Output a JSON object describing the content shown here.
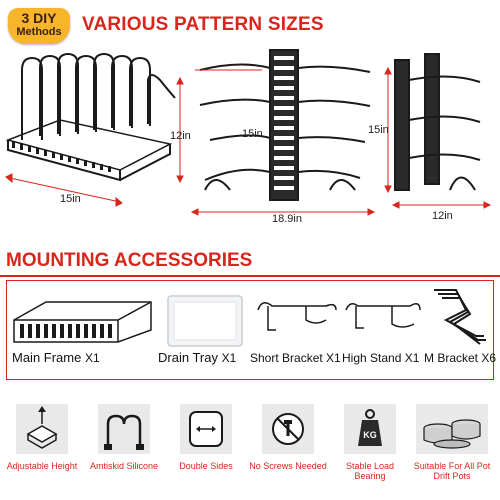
{
  "badge": {
    "line1": "3 DIY",
    "line2": "Methods"
  },
  "header": {
    "title": "VARIOUS PATTERN SIZES"
  },
  "dimensions": {
    "a_height": "12in",
    "a_width": "15in",
    "b_height": "15in",
    "b_width": "18.9in",
    "c_height": "15in",
    "c_width": "12in"
  },
  "accessories": {
    "title": "MOUNTING ACCESSORIES",
    "items": [
      {
        "name": "Main Frame",
        "qty": "X1"
      },
      {
        "name": "Drain Tray",
        "qty": "X1"
      },
      {
        "name": "Short Bracket",
        "qty": "X1"
      },
      {
        "name": "High Stand",
        "qty": "X1"
      },
      {
        "name": "M Bracket",
        "qty": "X6"
      }
    ]
  },
  "features": [
    {
      "label": "Adjustable Height",
      "icon": "adjust-height-icon"
    },
    {
      "label": "Amtiskid Silicone",
      "icon": "antiskid-icon"
    },
    {
      "label": "Double Sides",
      "icon": "double-sides-icon"
    },
    {
      "label": "No Screws Needed",
      "icon": "no-screws-icon"
    },
    {
      "label": "Stable Load Bearing",
      "icon": "kg-weight-icon"
    },
    {
      "label": "Suitable For All Pot Drift Pots",
      "icon": "pots-icon"
    }
  ],
  "colors": {
    "accent": "#d9261c",
    "badge": "#f6b52a",
    "metal": "#1a1a1a"
  },
  "icon_texts": {
    "kg": "KG"
  }
}
